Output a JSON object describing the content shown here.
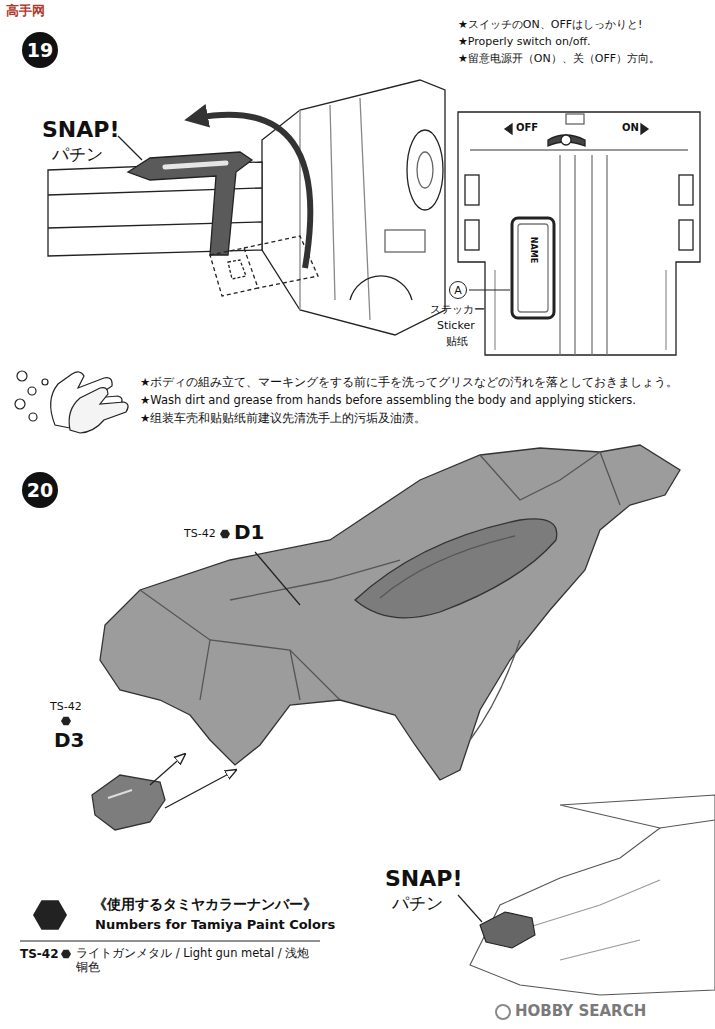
{
  "diagram": {
    "nodes": [
      {
        "text": [
          "19"
        ]
      },
      {
        "text": [
          "A"
        ]
      },
      {
        "text": [
          "20"
        ]
      }
    ],
    "labels": [
      "高手网",
      "SNAP!",
      "パチン",
      "★スイッチのON、OFFはしっかりと!",
      "★Properly switch on/off.",
      "★留意电源开（ON）、关（OFF）方向。",
      "OFF",
      "ON",
      "NAME",
      "ステッカー",
      "Sticker",
      "贴纸",
      "★ボディの組み立て、マーキングをする前に手を洗ってグリスなどの汚れを落としておきましょう。",
      "★Wash dirt and grease from hands before assembling the body and applying stickers.",
      "★组装车壳和贴贴纸前建议先清洗手上的污垢及油渍。",
      "TS-42",
      "D1",
      "TS-42",
      "D3",
      "SNAP!",
      "パチン",
      "《使用するタミヤカラーナンバー》",
      "Numbers for Tamiya Paint Colors",
      "TS-42",
      "ライトガンメタル / Light gun metal / 浅炮铜色",
      "HOBBY SEARCH"
    ]
  }
}
